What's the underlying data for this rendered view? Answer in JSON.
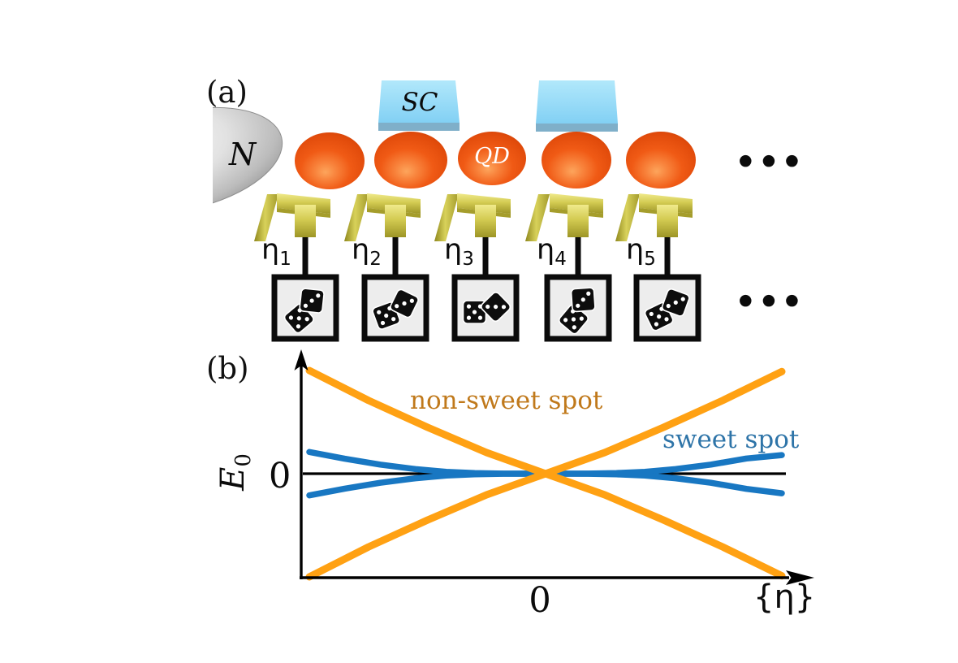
{
  "panel_a": {
    "tag": "(a)",
    "lead_label": "N",
    "sc_label": "SC",
    "qd_label": "QD",
    "ellipsis_top": "●●●",
    "ellipsis_bottom": "●●●",
    "gates": [
      {
        "symbol": "η",
        "sub": "1"
      },
      {
        "symbol": "η",
        "sub": "2"
      },
      {
        "symbol": "η",
        "sub": "3"
      },
      {
        "symbol": "η",
        "sub": "4"
      },
      {
        "symbol": "η",
        "sub": "5"
      }
    ],
    "colors": {
      "quantum_dot": "#ee5212",
      "sc_box": "#8fd9f8",
      "gate_gold": "#c9c13f",
      "lead_gray": "#c9c9c9",
      "dice_box_fill": "#ededed"
    }
  },
  "panel_b": {
    "tag": "(b)",
    "ylabel_base": "E",
    "ylabel_sub": "0",
    "ytick_zero": "0",
    "xtick_zero": "0",
    "xlabel": "{η}",
    "annotations": {
      "non_sweet": {
        "text": "non-sweet spot",
        "color": "#c0791b"
      },
      "sweet": {
        "text": "sweet spot",
        "color": "#2e74a8"
      }
    }
  },
  "chart_data": {
    "type": "line",
    "title": "",
    "xlabel": "{η}",
    "ylabel": "E0",
    "x_range": [
      -1,
      1
    ],
    "y_range": [
      -1.1,
      1.1
    ],
    "grid": false,
    "legend": "inline annotations",
    "x_ticks": [
      {
        "value": 0,
        "label": "0"
      }
    ],
    "y_ticks": [
      {
        "value": 0,
        "label": "0"
      }
    ],
    "zero_line": true,
    "series": [
      {
        "name": "non-sweet spot (descending branch)",
        "color": "#ffa113",
        "x": [
          -1,
          -0.75,
          -0.5,
          -0.25,
          0,
          0.25,
          0.5,
          0.75,
          1
        ],
        "y": [
          1.0,
          0.71,
          0.45,
          0.205,
          0,
          -0.205,
          -0.45,
          -0.71,
          -0.99
        ]
      },
      {
        "name": "non-sweet spot (ascending branch)",
        "color": "#ffa113",
        "x": [
          -1,
          -0.75,
          -0.5,
          -0.25,
          0,
          0.25,
          0.5,
          0.75,
          1
        ],
        "y": [
          -1.0,
          -0.71,
          -0.45,
          -0.205,
          0,
          0.205,
          0.45,
          0.71,
          0.99
        ]
      },
      {
        "name": "sweet spot (upper branch)",
        "color": "#1877c2",
        "x": [
          -1,
          -0.85,
          -0.7,
          -0.55,
          -0.42,
          -0.3,
          -0.18,
          0,
          0.18,
          0.3,
          0.42,
          0.55,
          0.7,
          0.85,
          1
        ],
        "y": [
          0.21,
          0.145,
          0.088,
          0.044,
          0.018,
          0.006,
          0.001,
          0,
          0.001,
          0.006,
          0.018,
          0.044,
          0.088,
          0.147,
          0.18
        ]
      },
      {
        "name": "sweet spot (lower branch)",
        "color": "#1877c2",
        "x": [
          -1,
          -0.85,
          -0.7,
          -0.55,
          -0.42,
          -0.3,
          -0.18,
          0,
          0.18,
          0.3,
          0.42,
          0.55,
          0.7,
          0.85,
          1
        ],
        "y": [
          -0.21,
          -0.145,
          -0.088,
          -0.044,
          -0.018,
          -0.006,
          -0.001,
          0,
          -0.001,
          -0.006,
          -0.018,
          -0.044,
          -0.088,
          -0.147,
          -0.19
        ]
      }
    ],
    "annotations": [
      {
        "text": "non-sweet spot",
        "x": -0.35,
        "y": 0.65,
        "color": "#c0791b"
      },
      {
        "text": "sweet spot",
        "x": 0.62,
        "y": 0.3,
        "color": "#2e74a8"
      }
    ]
  }
}
